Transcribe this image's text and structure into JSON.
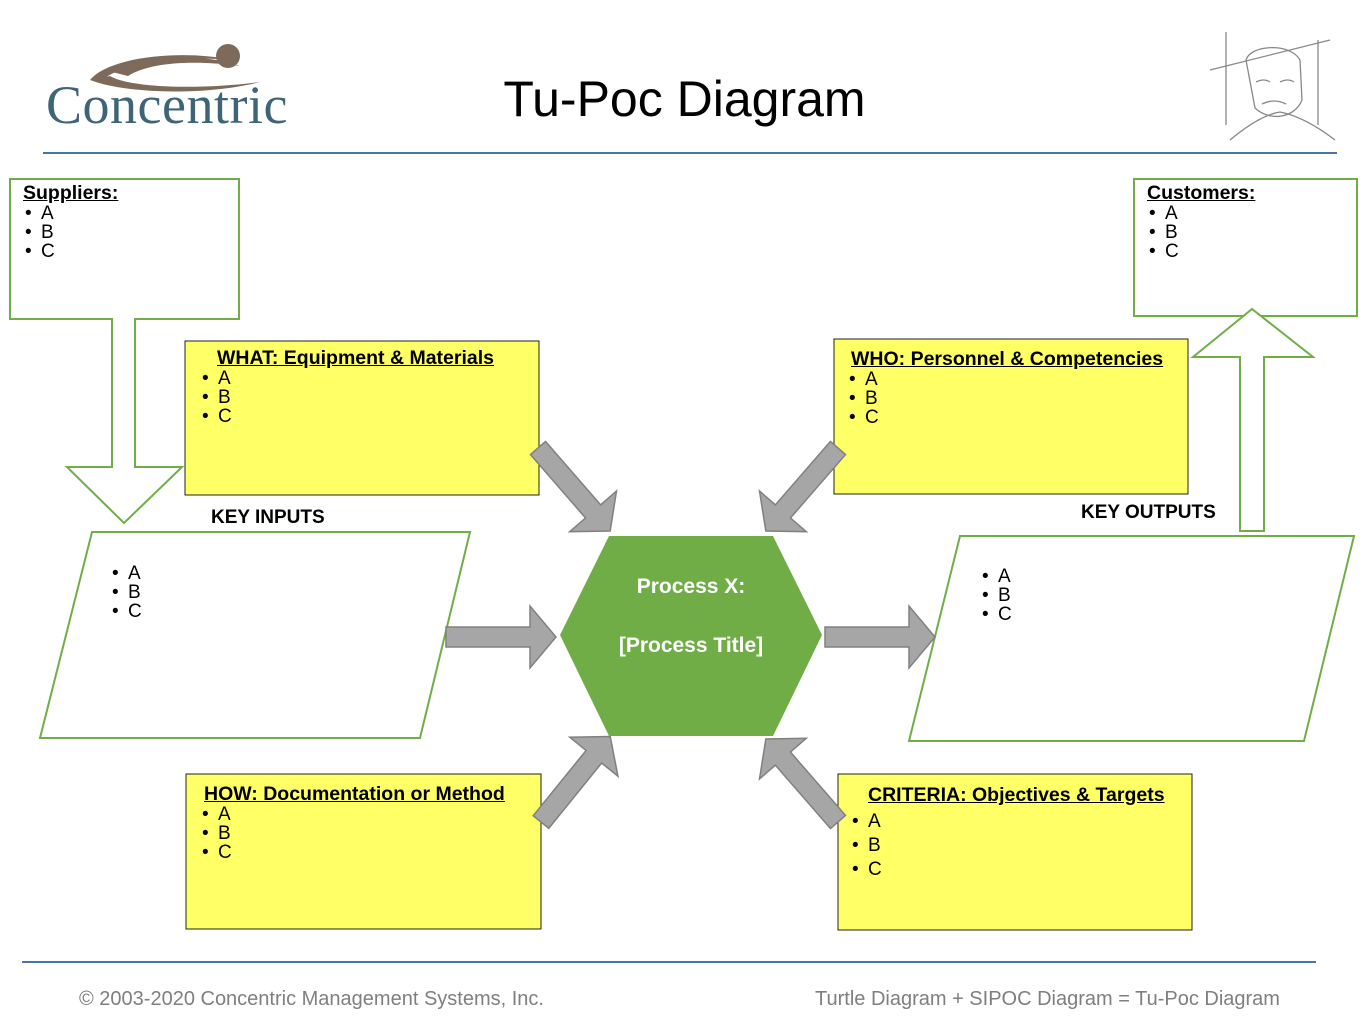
{
  "header": {
    "title": "Tu-Poc Diagram",
    "logo_text": "Concentric"
  },
  "suppliers": {
    "heading": "Suppliers:",
    "items": [
      "A",
      "B",
      "C"
    ]
  },
  "customers": {
    "heading": "Customers:",
    "items": [
      "A",
      "B",
      "C"
    ]
  },
  "what": {
    "heading": "WHAT: Equipment & Materials",
    "items": [
      "A",
      "B",
      "C"
    ]
  },
  "who": {
    "heading": "WHO: Personnel & Competencies",
    "items": [
      "A",
      "B",
      "C"
    ]
  },
  "how": {
    "heading": "HOW: Documentation or Method",
    "items": [
      "A",
      "B",
      "C"
    ]
  },
  "criteria": {
    "heading": "CRITERIA: Objectives & Targets",
    "items": [
      "A",
      "B",
      "C"
    ]
  },
  "key_inputs": {
    "label": "KEY INPUTS",
    "items": [
      "A",
      "B",
      "C"
    ]
  },
  "key_outputs": {
    "label": "KEY OUTPUTS",
    "items": [
      "A",
      "B",
      "C"
    ]
  },
  "process": {
    "line1": "Process X:",
    "line2": "[Process Title]"
  },
  "footer": {
    "copyright": "© 2003-2020 Concentric Management Systems, Inc.",
    "tagline": "Turtle Diagram + SIPOC Diagram = Tu-Poc Diagram"
  },
  "colors": {
    "green": "#70ad47",
    "yellow": "#ffff66",
    "arrow_gray": "#a6a6a6",
    "rule_blue": "#4a74a8",
    "logo_blue": "#3e6478",
    "logo_brown": "#7d6a5a"
  }
}
